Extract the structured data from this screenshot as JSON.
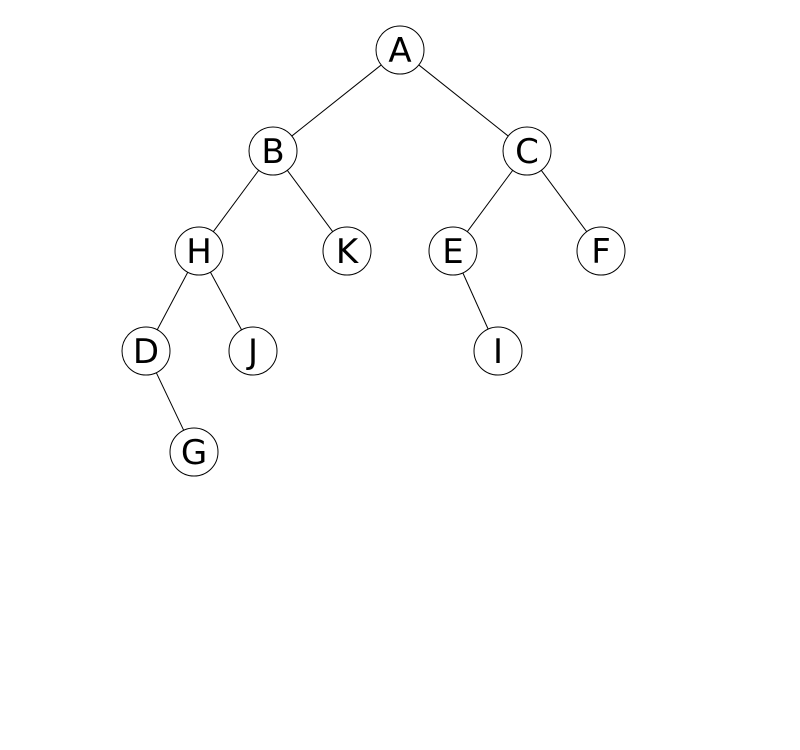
{
  "tree": {
    "nodes": [
      {
        "id": "A",
        "label": "A"
      },
      {
        "id": "B",
        "label": "B"
      },
      {
        "id": "C",
        "label": "C"
      },
      {
        "id": "H",
        "label": "H"
      },
      {
        "id": "K",
        "label": "K"
      },
      {
        "id": "E",
        "label": "E"
      },
      {
        "id": "F",
        "label": "F"
      },
      {
        "id": "D",
        "label": "D"
      },
      {
        "id": "J",
        "label": "J"
      },
      {
        "id": "I",
        "label": "I"
      },
      {
        "id": "G",
        "label": "G"
      }
    ],
    "edges": [
      {
        "from": "A",
        "to": "B"
      },
      {
        "from": "A",
        "to": "C"
      },
      {
        "from": "B",
        "to": "H"
      },
      {
        "from": "B",
        "to": "K"
      },
      {
        "from": "C",
        "to": "E"
      },
      {
        "from": "C",
        "to": "F"
      },
      {
        "from": "H",
        "to": "D"
      },
      {
        "from": "H",
        "to": "J"
      },
      {
        "from": "E",
        "to": "I"
      },
      {
        "from": "D",
        "to": "G"
      }
    ]
  }
}
